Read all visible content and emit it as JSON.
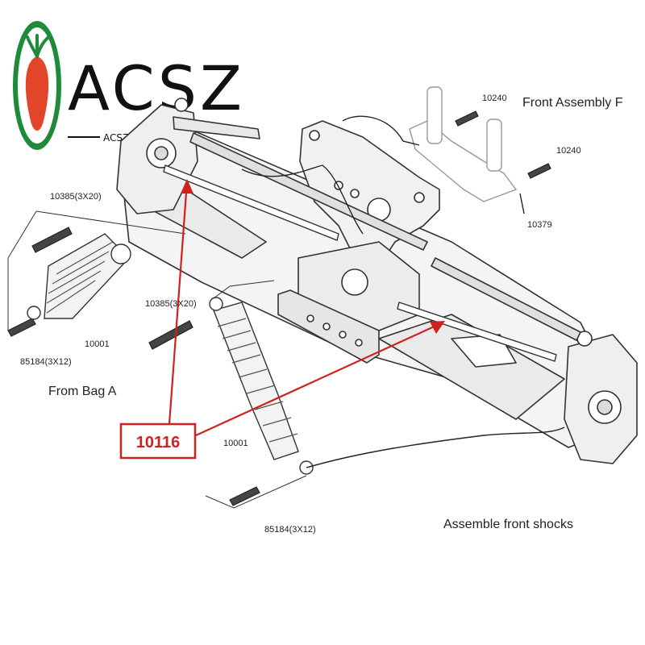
{
  "logo": {
    "brand_text": "ACSZ",
    "sub_text": "ACSZ"
  },
  "colors": {
    "accent_red": "#d0201f",
    "logo_green": "#1f8a3a",
    "logo_orange": "#e2452a",
    "line": "#333333"
  },
  "captions": {
    "front_assembly": "Front Assembly F",
    "from_bag": "From Bag A",
    "assemble_shocks": "Assemble front shocks"
  },
  "part_labels": {
    "p10240_top": "10240",
    "p10240_right": "10240",
    "p10379": "10379",
    "p10385_left": "10385(3X20)",
    "p10385_mid": "10385(3X20)",
    "p10001_left": "10001",
    "p10001_mid": "10001",
    "p85184_left": "85184(3X12)",
    "p85184_bottom": "85184(3X12)"
  },
  "callout": {
    "label": "10116"
  }
}
